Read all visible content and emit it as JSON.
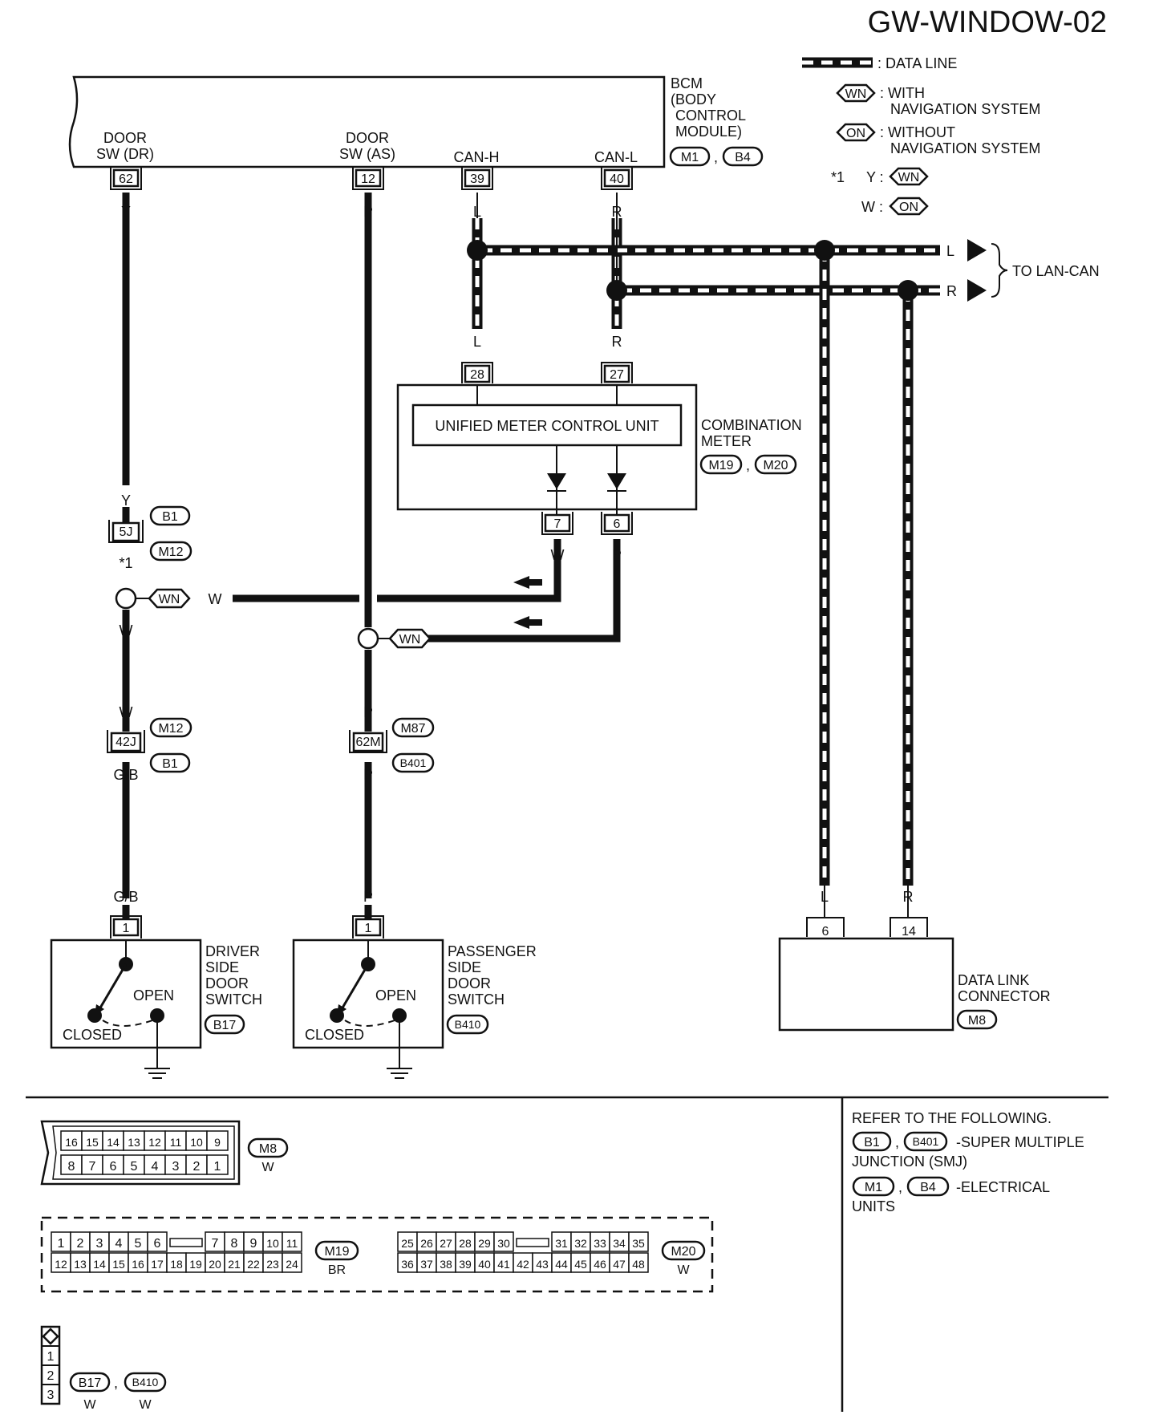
{
  "title": "GW-WINDOW-02",
  "legend": {
    "data_line": ": DATA LINE",
    "wn_code": "WN",
    "wn_line1": ": WITH",
    "wn_line2": "NAVIGATION SYSTEM",
    "on_code": "ON",
    "on_line1": ": WITHOUT",
    "on_line2": "NAVIGATION SYSTEM",
    "star1": "*1",
    "star_y": "Y :",
    "star_w": "W :"
  },
  "bcm": {
    "line1": "BCM",
    "line2": "(BODY",
    "line3": "CONTROL",
    "line4": "MODULE)",
    "conn1": "M1",
    "conn2": "B4",
    "comma": ","
  },
  "bcm_pins": {
    "door_dr_1": "DOOR",
    "door_dr_2": "SW (DR)",
    "door_dr_pin": "62",
    "door_as_1": "DOOR",
    "door_as_2": "SW (AS)",
    "door_as_pin": "12",
    "can_h": "CAN-H",
    "can_h_pin": "39",
    "can_l": "CAN-L",
    "can_l_pin": "40"
  },
  "wire_colors": {
    "y": "Y",
    "p": "P",
    "l": "L",
    "r": "R",
    "w": "W",
    "gb": "G/B"
  },
  "lan": {
    "to": "TO LAN-CAN",
    "l": "L",
    "r": "R"
  },
  "meter": {
    "unit": "UNIFIED METER CONTROL UNIT",
    "name1": "COMBINATION",
    "name2": "METER",
    "conn1": "M19",
    "conn2": "M20",
    "pin_l": "28",
    "pin_r": "27",
    "pin_7": "7",
    "pin_6": "6"
  },
  "junctions": {
    "j5": "5J",
    "b1": "B1",
    "m12": "M12",
    "star": "*1",
    "wn": "WN",
    "j42": "42J",
    "j62m": "62M",
    "m87": "M87",
    "b401": "B401"
  },
  "driver_switch": {
    "pin": "1",
    "l1": "DRIVER",
    "l2": "SIDE",
    "l3": "DOOR",
    "l4": "SWITCH",
    "open": "OPEN",
    "closed": "CLOSED",
    "conn": "B17"
  },
  "passenger_switch": {
    "pin": "1",
    "l1": "PASSENGER",
    "l2": "SIDE",
    "l3": "DOOR",
    "l4": "SWITCH",
    "open": "OPEN",
    "closed": "CLOSED",
    "conn": "B410"
  },
  "data_link": {
    "pin_l": "6",
    "pin_r": "14",
    "l1": "DATA LINK",
    "l2": "CONNECTOR",
    "conn": "M8"
  },
  "refer": {
    "heading": "REFER TO THE FOLLOWING.",
    "row1_a": "B1",
    "row1_b": "B401",
    "row1_text": "-SUPER MULTIPLE",
    "row1_text2": "JUNCTION (SMJ)",
    "row2_a": "M1",
    "row2_b": "B4",
    "row2_text": "-ELECTRICAL",
    "row2_text2": "UNITS"
  },
  "connector_faces": {
    "m8_top": [
      "16",
      "15",
      "14",
      "13",
      "12",
      "11",
      "10",
      "9"
    ],
    "m8_bottom": [
      "8",
      "7",
      "6",
      "5",
      "4",
      "3",
      "2",
      "1"
    ],
    "m8_tag": "M8",
    "m8_color": "W",
    "m19_top": [
      "1",
      "2",
      "3",
      "4",
      "5",
      "6",
      "7",
      "8",
      "9",
      "10",
      "11"
    ],
    "m19_bottom": [
      "12",
      "13",
      "14",
      "15",
      "16",
      "17",
      "18",
      "19",
      "20",
      "21",
      "22",
      "23",
      "24"
    ],
    "m19_tag": "M19",
    "m19_color": "BR",
    "m20_top": [
      "25",
      "26",
      "27",
      "28",
      "29",
      "30",
      "31",
      "32",
      "33",
      "34",
      "35"
    ],
    "m20_bottom": [
      "36",
      "37",
      "38",
      "39",
      "40",
      "41",
      "42",
      "43",
      "44",
      "45",
      "46",
      "47",
      "48"
    ],
    "m20_tag": "M20",
    "m20_color": "W",
    "sw_pins": [
      "1",
      "2",
      "3"
    ],
    "b17_tag": "B17",
    "b410_tag": "B410",
    "sw_color1": "W",
    "sw_color2": "W",
    "comma": ","
  }
}
